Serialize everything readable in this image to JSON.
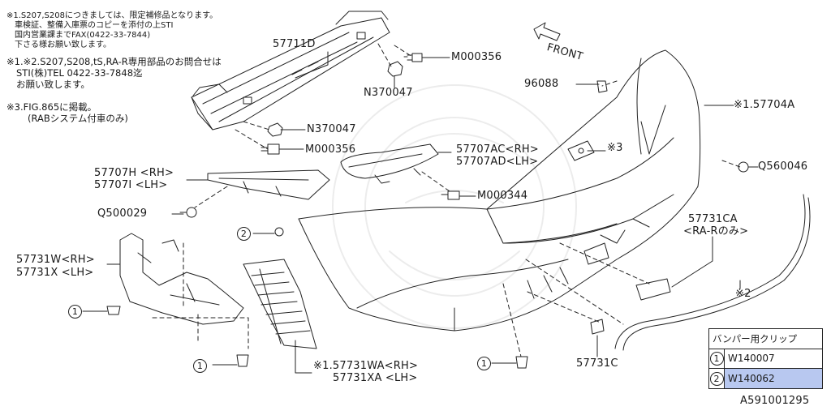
{
  "notes": {
    "note1_line1": "※1.S207,S208につきましては、限定補修品となります。",
    "note1_line2": "車検証、整備入庫票のコピーを添付の上STI",
    "note1_line3": "国内営業課までFAX(0422-33-7844)",
    "note1_line4": "下さる様お願い致します。",
    "note2_line1": "※1.※2.S207,S208,tS,RA-R専用部品のお問合せは",
    "note2_line2": "STI(株)TEL 0422-33-7848迄",
    "note2_line3": "お願い致します。",
    "note3_line1": "※3.FIG.865に掲載。",
    "note3_line2": "(RABシステム付車のみ)"
  },
  "front_label": "FRONT",
  "parts": {
    "p57711d": "57711D",
    "m000356_top": "M000356",
    "n370047_top": "N370047",
    "p96088": "96088",
    "p57704a": "※1.57704A",
    "n370047_mid": "N370047",
    "m000356_mid": "M000356",
    "p57707ac": "57707AC<RH>",
    "p57707ad": "57707AD<LH>",
    "mark3": "※3",
    "q560046": "Q560046",
    "p57707h": "57707H <RH>",
    "p57707i": "57707I <LH>",
    "m000344": "M000344",
    "q500029": "Q500029",
    "clip2_circle": "2",
    "p57731ca": "57731CA",
    "p57731ca_note": "<RA-Rのみ>",
    "p57731w": "57731W<RH>",
    "p57731x": "57731X <LH>",
    "clip1_circle_a": "1",
    "mark2": "※2",
    "clip1_circle_b": "1",
    "p57731wa": "※1.57731WA<RH>",
    "p57731xa": "57731XA <LH>",
    "clip1_circle_c": "1",
    "p57731c": "57731C"
  },
  "clip_table": {
    "header": "バンパー用クリップ",
    "rows": [
      {
        "num": "1",
        "code": "W140007"
      },
      {
        "num": "2",
        "code": "W140062"
      }
    ],
    "highlight_color": "#b8c8f0"
  },
  "figure_code": "A591001295"
}
